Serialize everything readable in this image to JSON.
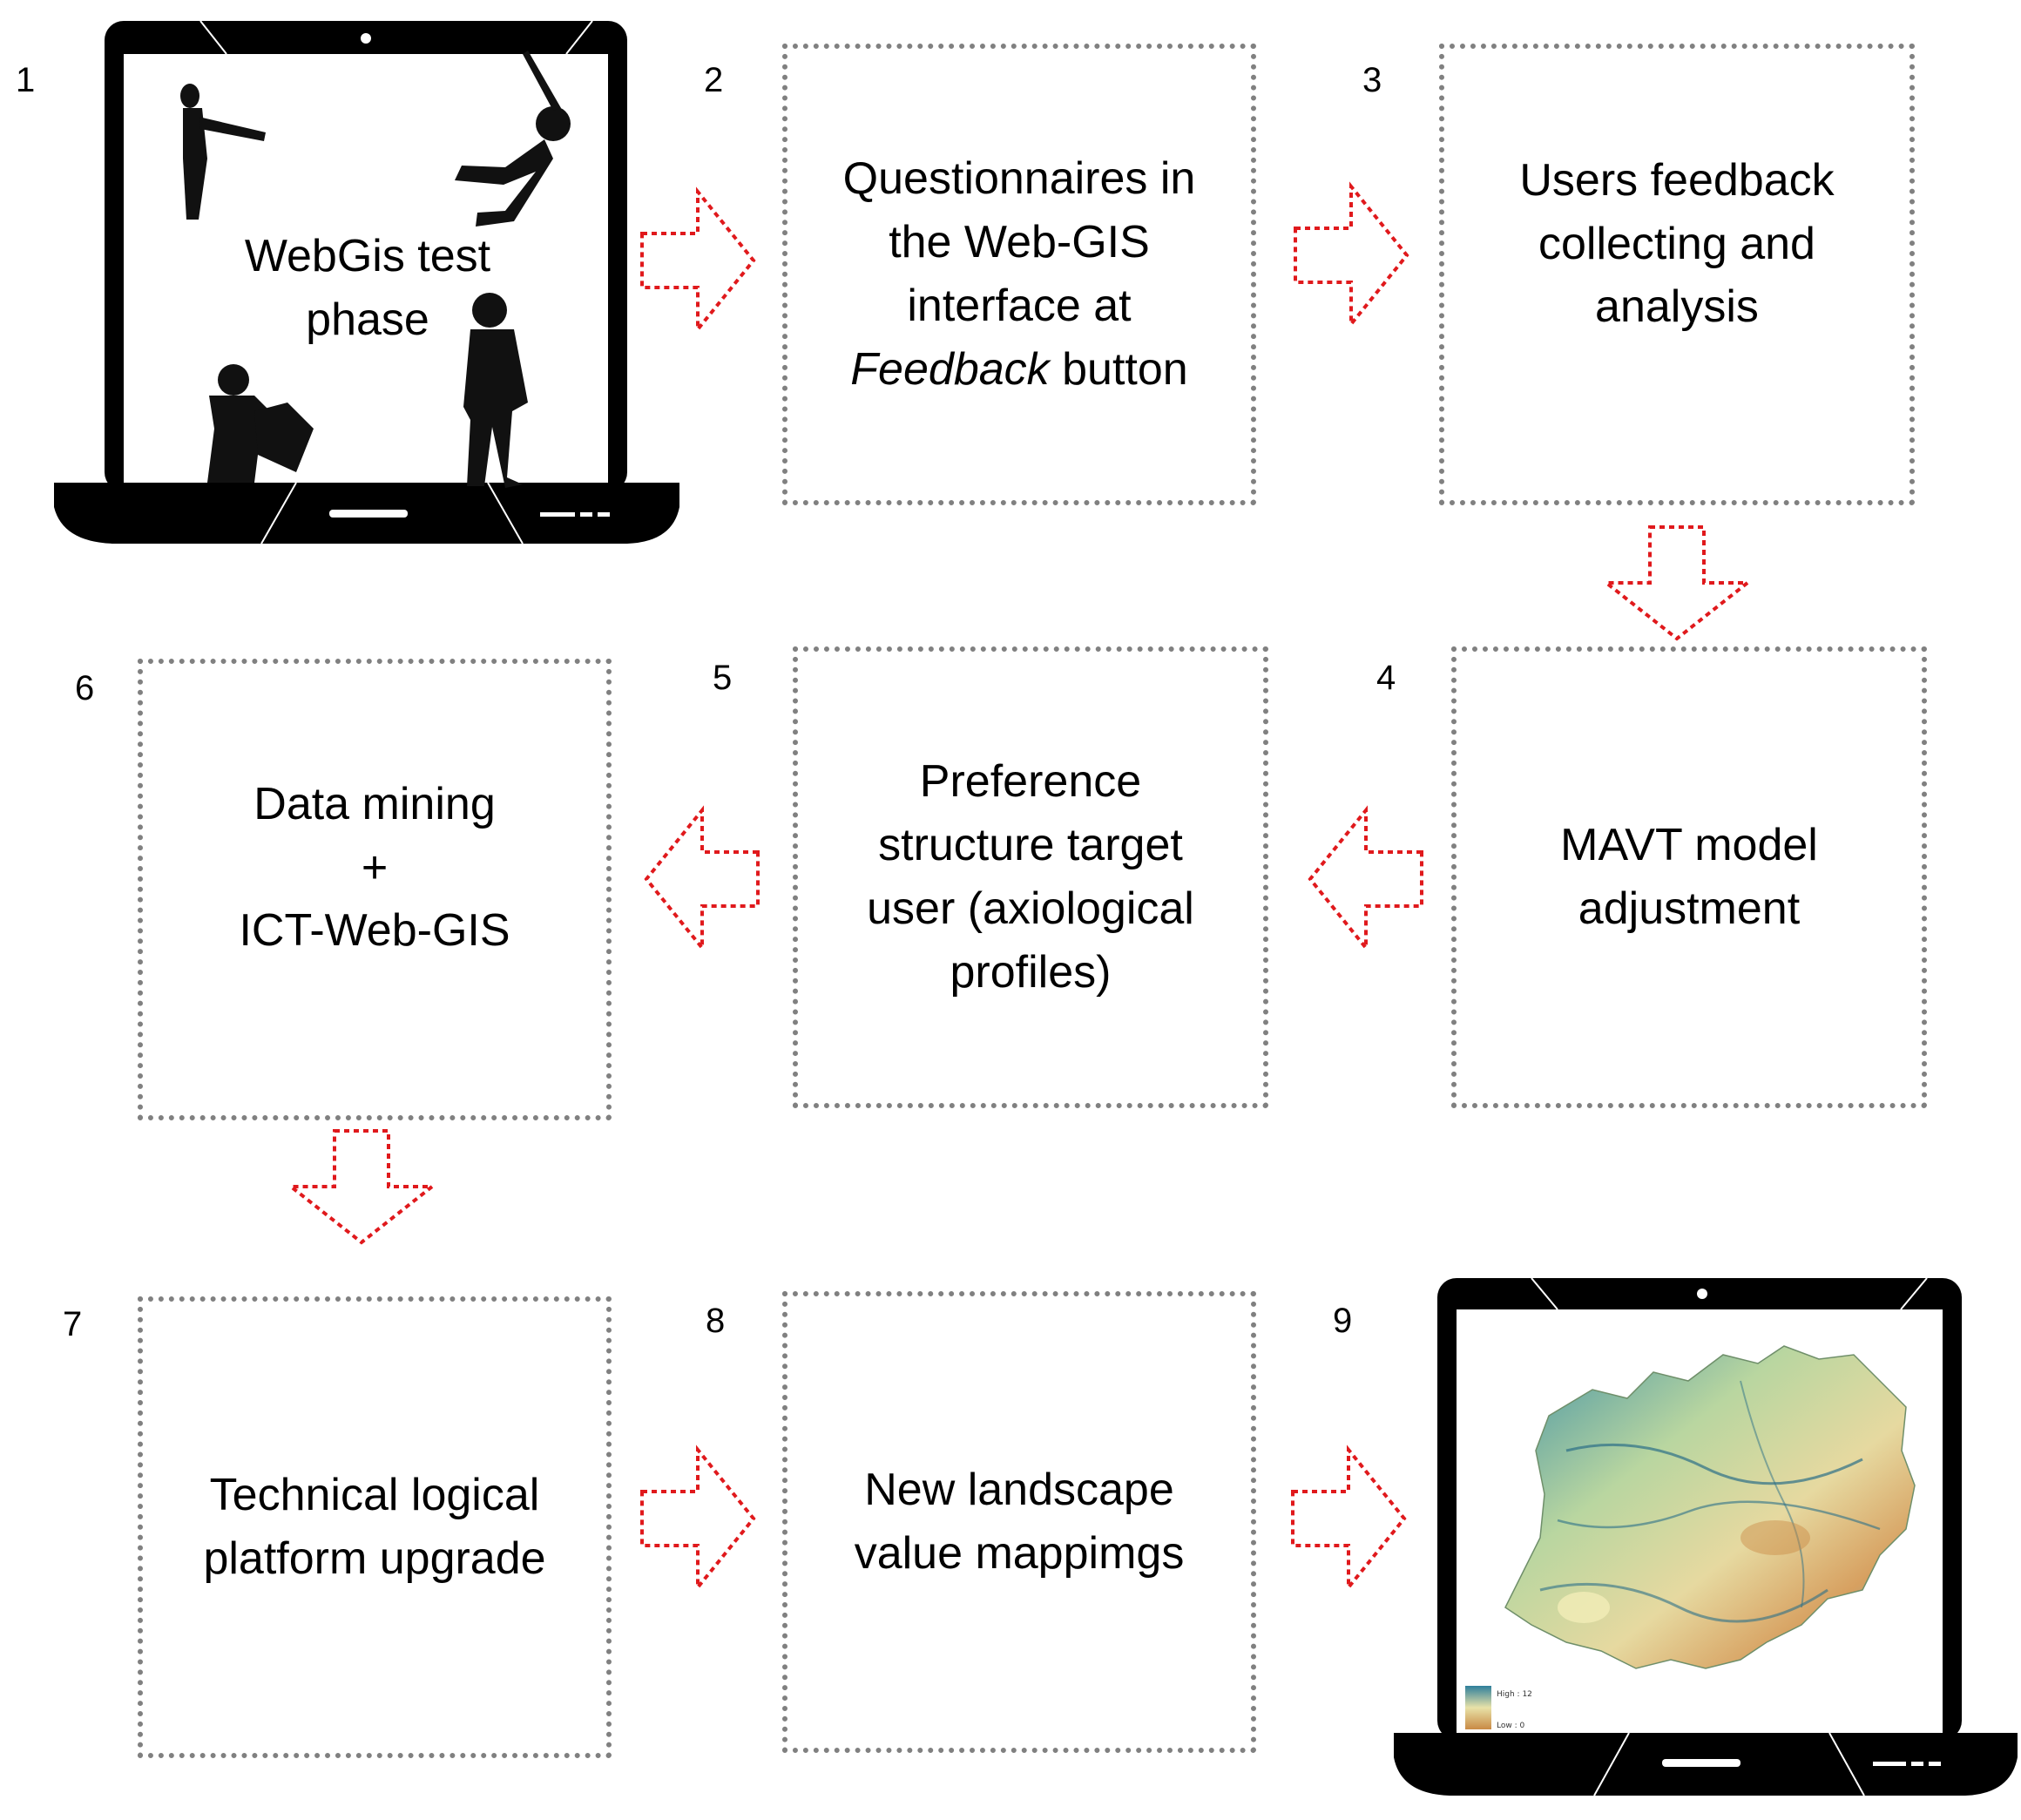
{
  "steps": [
    {
      "number": "1",
      "label": "WebGis test\nphase"
    },
    {
      "number": "2",
      "label_before": "Questionnaires in\nthe Web-GIS\ninterface at\n",
      "label_italic": "Feedback",
      "label_after": " button"
    },
    {
      "number": "3",
      "label": "Users feedback\ncollecting and\nanalysis"
    },
    {
      "number": "4",
      "label": "MAVT model\nadjustment"
    },
    {
      "number": "5",
      "label": "Preference\nstructure target\nuser (axiological\nprofiles)"
    },
    {
      "number": "6",
      "label": "Data mining\n+\nICT-Web-GIS"
    },
    {
      "number": "7",
      "label": "Technical logical\nplatform upgrade"
    },
    {
      "number": "8",
      "label": "New landscape\nvalue mappimgs"
    },
    {
      "number": "9"
    }
  ],
  "map_legend": {
    "high": "High : 12",
    "low": "Low : 0"
  },
  "colors": {
    "arrow_stroke": "#e0191c",
    "box_border": "#808080",
    "laptop": "#000000",
    "map_high": "#2f7f9b",
    "map_mid": "#c9d89a",
    "map_low": "#c98a45"
  },
  "icons": [
    "laptop-icon",
    "person-silhouette-icon",
    "landscape-value-map"
  ]
}
